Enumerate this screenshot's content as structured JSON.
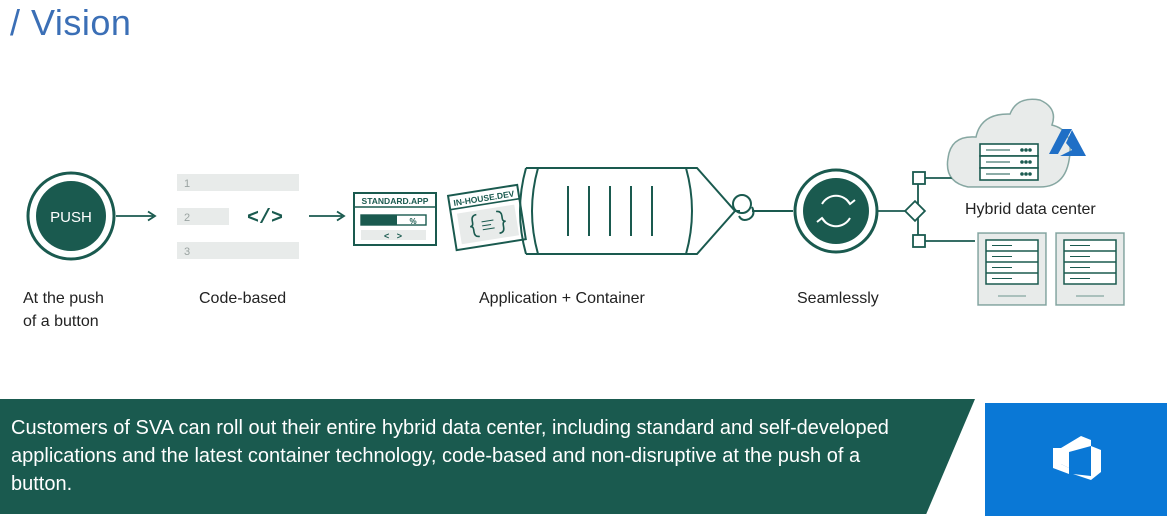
{
  "title": "/ Vision",
  "steps": {
    "push": {
      "button": "PUSH",
      "label_line1": "At the push",
      "label_line2": "of a button"
    },
    "code": {
      "rows": [
        "1",
        "2",
        "3"
      ],
      "symbol": "</>",
      "label": "Code-based"
    },
    "app": {
      "standard_app": "STANDARD.APP",
      "percent": "%",
      "nav": "<   >",
      "inhouse_dev": "IN-HOUSE.DEV",
      "label": "Application + Container"
    },
    "seamless": {
      "label": "Seamlessly"
    },
    "datacenter": {
      "label": "Hybrid data center"
    }
  },
  "banner": {
    "text": "Customers of SVA can roll out their entire hybrid data center, including standard and self-developed applications and the latest container technology, code-based and non-disruptive at the push of a button."
  },
  "colors": {
    "primary": "#1a5a4f",
    "title_blue": "#3b6fb6",
    "azure_blue": "#0a78d6",
    "azure_icon": "#1f6fc6",
    "row_gray": "#e8ebea"
  },
  "icons": [
    "push-circle-icon",
    "code-icon",
    "standard-app-window-icon",
    "in-house-dev-card-icon",
    "container-icon",
    "hook-icon",
    "seamless-cycle-icon",
    "cloud-icon",
    "server-icon",
    "azure-icon",
    "azure-devops-icon"
  ]
}
